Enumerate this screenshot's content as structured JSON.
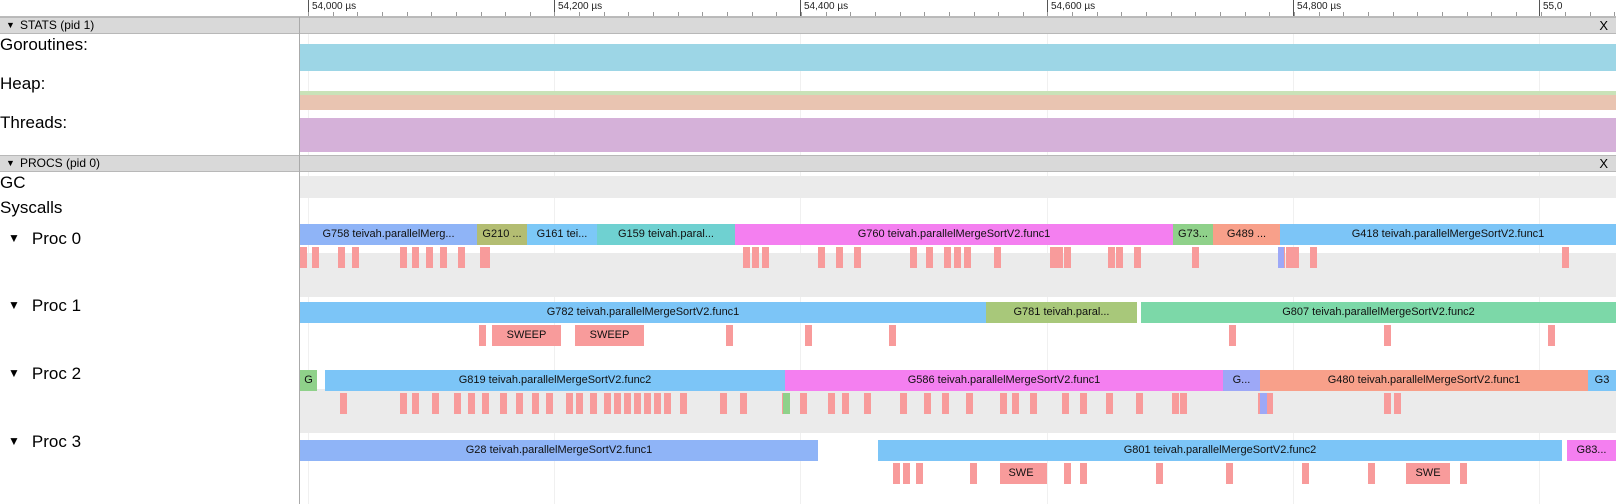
{
  "ruler": {
    "ticks": [
      "54,000 µs",
      "54,200 µs",
      "54,400 µs",
      "54,600 µs",
      "54,800 µs",
      "55,0"
    ]
  },
  "stats": {
    "header": "STATS (pid 1)",
    "close": "X",
    "rows": {
      "goroutines": "Goroutines:",
      "heap": "Heap:",
      "threads": "Threads:"
    },
    "colors": {
      "goroutines": "#9dd6e6",
      "heap_a": "#e9c4b1",
      "heap_b": "#c9e2b8",
      "threads": "#d5b1d9"
    }
  },
  "procs": {
    "header": "PROCS (pid 0)",
    "close": "X",
    "gc": "GC",
    "syscalls": "Syscalls",
    "proc0": {
      "label": "Proc 0",
      "slices": [
        {
          "text": "G758 teivah.parallelMerg...",
          "color": "#8fb4f7"
        },
        {
          "text": "G210 ...",
          "color": "#b3bd72"
        },
        {
          "text": "G161 tei...",
          "color": "#7cc8f7"
        },
        {
          "text": "G159 teivah.paral...",
          "color": "#6fd1d1"
        },
        {
          "text": "G760 teivah.parallelMergeSortV2.func1",
          "color": "#f47ff0"
        },
        {
          "text": "G73...",
          "color": "#8fd18a"
        },
        {
          "text": "G489 ...",
          "color": "#f8a08a"
        },
        {
          "text": "G418 teivah.parallelMergeSortV2.func1",
          "color": "#7cc5f7"
        }
      ]
    },
    "proc1": {
      "label": "Proc 1",
      "slices": [
        {
          "text": "G782 teivah.parallelMergeSortV2.func1",
          "color": "#7cc5f7"
        },
        {
          "text": "G781 teivah.paral...",
          "color": "#a8c87a"
        },
        {
          "text": "G807 teivah.parallelMergeSortV2.func2",
          "color": "#7cd8a8"
        }
      ],
      "sweeps": [
        "SWEEP",
        "SWEEP"
      ]
    },
    "proc2": {
      "label": "Proc 2",
      "slices": [
        {
          "text": "G",
          "color": "#8fd18a"
        },
        {
          "text": "G819 teivah.parallelMergeSortV2.func2",
          "color": "#7cc5f7"
        },
        {
          "text": "G586 teivah.parallelMergeSortV2.func1",
          "color": "#f47ff0"
        },
        {
          "text": "G...",
          "color": "#9da8f7"
        },
        {
          "text": "G480 teivah.parallelMergeSortV2.func1",
          "color": "#f8a08a"
        },
        {
          "text": "G3",
          "color": "#7cc5f7"
        }
      ]
    },
    "proc3": {
      "label": "Proc 3",
      "slices": [
        {
          "text": "G28 teivah.parallelMergeSortV2.func1",
          "color": "#8fb4f7"
        },
        {
          "text": "G801 teivah.parallelMergeSortV2.func2",
          "color": "#7cc5f7"
        },
        {
          "text": "G83...",
          "color": "#f47ff0"
        }
      ],
      "sweeps": [
        "SWE",
        "SWE"
      ]
    }
  }
}
